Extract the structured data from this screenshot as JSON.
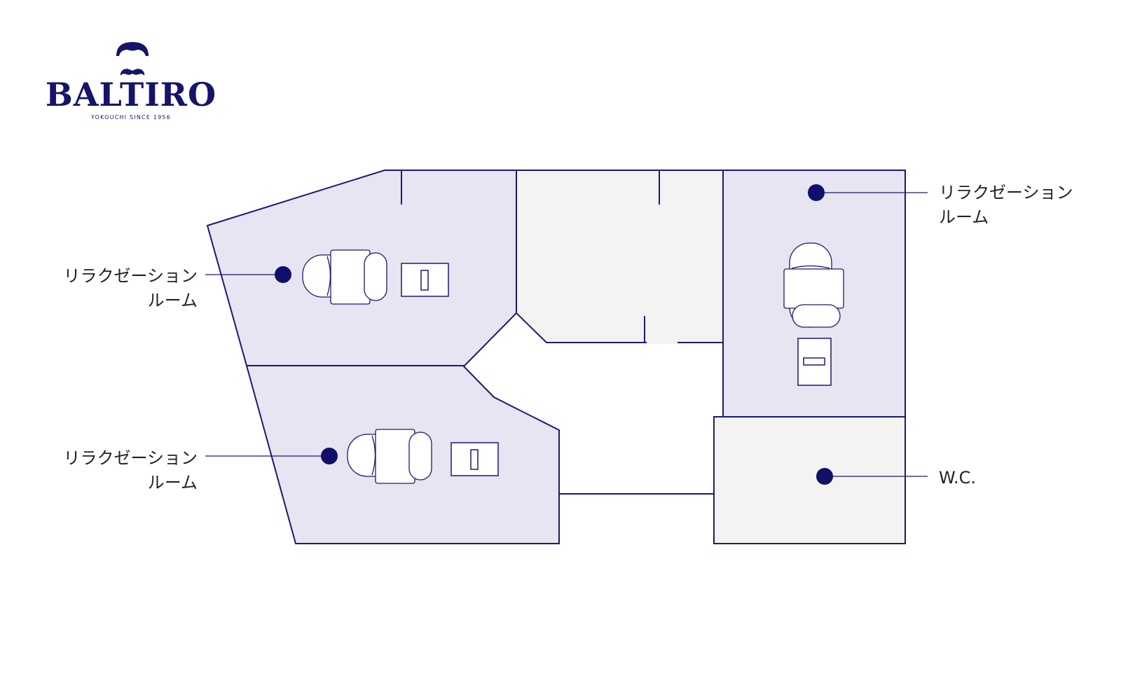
{
  "brand": {
    "name": "BALTIRO",
    "tagline": "YOKOUCHI SINCE 1956",
    "color": "#14146b"
  },
  "colors": {
    "line": "#1a1a72",
    "room_fill": "#e6e5f1",
    "service_fill": "#f4f3f1",
    "dot": "#10106a"
  },
  "labels": {
    "relax_left_top": [
      "リラクゼーション",
      "ルーム"
    ],
    "relax_left_bottom": [
      "リラクゼーション",
      "ルーム"
    ],
    "relax_right": [
      "リラクゼーション",
      "ルーム"
    ],
    "wc": "W.C."
  },
  "icons": [
    "mustache-logo-icon",
    "reclining-chair-icon",
    "side-table-icon"
  ]
}
